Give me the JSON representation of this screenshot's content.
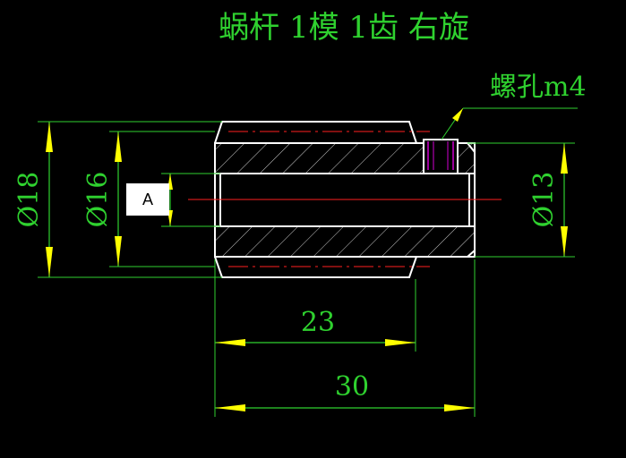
{
  "title": "蜗杆  1模 1齿  右旋",
  "annotation": "螺孔m4",
  "dimensions": {
    "outer_diameter": "Ø18",
    "pitch_diameter": "Ø16",
    "bore_diameter": "Ø13",
    "length_partial": "23",
    "length_total": "30"
  },
  "label_box": "A",
  "colors": {
    "background": "#000000",
    "outline": "#ffffff",
    "dimension": "#2fd12f",
    "centerline": "#ff2020",
    "hatch": "#ffffff",
    "thread_hole": "#d000d0",
    "arrow": "#ffff00"
  }
}
